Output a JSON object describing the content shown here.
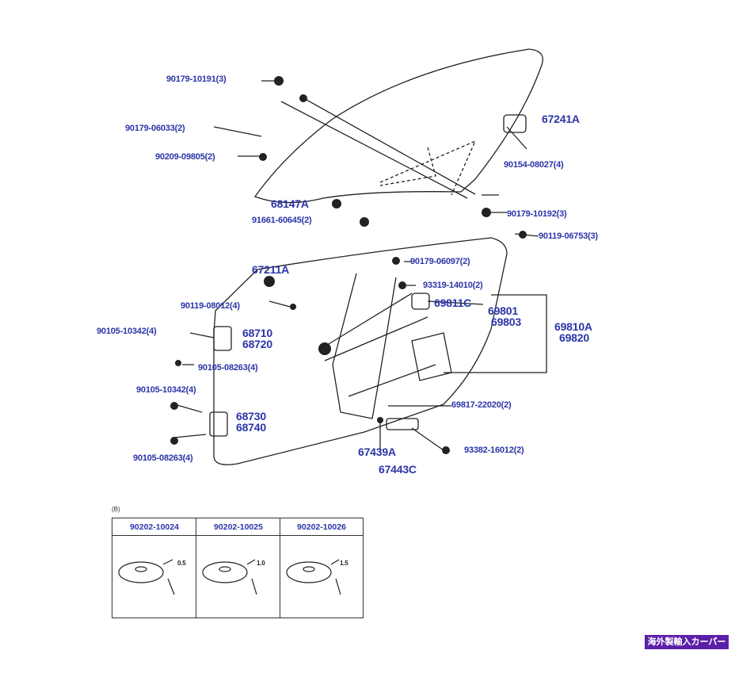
{
  "parts": {
    "p1": "90179-10191(3)",
    "p2": "90179-06033(2)",
    "p3": "90209-09805(2)",
    "p4": "67241A",
    "p5": "90154-08027(4)",
    "p6": "68147A",
    "p7": "91661-60645(2)",
    "p8": "90179-10192(3)",
    "p9": "90119-06753(3)",
    "p10": "67211A",
    "p11": "90179-06097(2)",
    "p12": "93319-14010(2)",
    "p13": "69811C",
    "p14": "69801",
    "p15": "69803",
    "p16": "69810A",
    "p17": "69820",
    "p18": "90119-08012(4)",
    "p19": "90105-10342(4)",
    "p20": "68710",
    "p21": "68720",
    "p22": "90105-08263(4)",
    "p23": "90105-10342(4)",
    "p24": "68730",
    "p25": "68740",
    "p26": "69817-22020(2)",
    "p27": "90105-08263(4)",
    "p28": "67439A",
    "p29": "67443C",
    "p30": "93382-16012(2)"
  },
  "ref_mark": "(B)",
  "table": {
    "headers": [
      "90202-10024",
      "90202-10025",
      "90202-10026"
    ],
    "sizes": [
      "0.5",
      "1.0",
      "1.5"
    ]
  },
  "badge": "海外製輸入カーパーツ",
  "colors": {
    "label": "#2b35a8",
    "line": "#222222",
    "badge": "#5c1fa8"
  }
}
